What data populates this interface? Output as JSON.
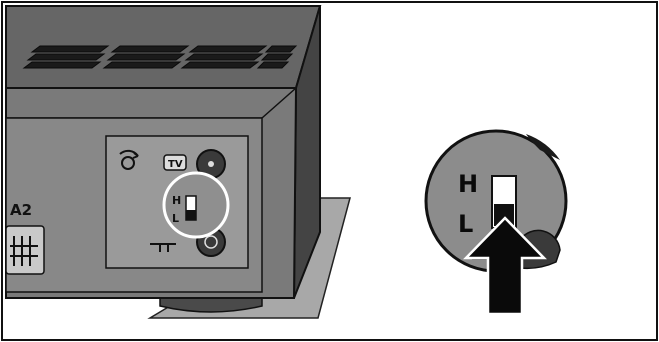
{
  "labels": {
    "connector": "A2",
    "tv": "TV",
    "switch_high": "H",
    "switch_low": "L",
    "zoom_high": "H",
    "zoom_low": "L"
  },
  "icons": [
    "speaker-output-icon",
    "tv-icon",
    "arrow-up-icon"
  ],
  "colors": {
    "device_front": "#5a5a5a",
    "device_side": "#7a7a7a",
    "panel": "#8c8c8c",
    "shadow": "#a8a8a8",
    "outline": "#111111",
    "highlight_ring": "#ffffff"
  }
}
